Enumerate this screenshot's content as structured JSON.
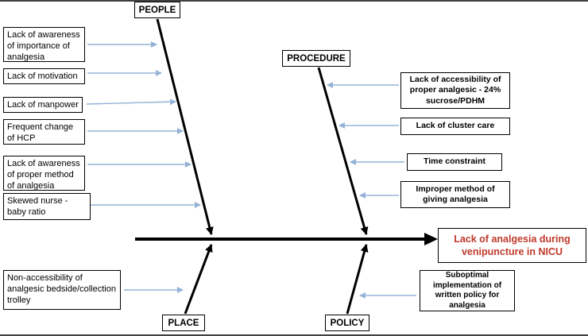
{
  "diagram": {
    "type": "fishbone",
    "effect": "Lack of analgesia during venipuncture in NICU",
    "branches": [
      {
        "label": "PEOPLE",
        "position": "top-left",
        "causes": [
          "Lack of awareness of importance of analgesia",
          "Lack of motivation",
          "Lack of manpower",
          "Frequent change of HCP",
          "Lack of awareness of proper method of analgesia",
          "Skewed nurse -baby ratio"
        ]
      },
      {
        "label": "PROCEDURE",
        "position": "top-right",
        "causes": [
          "Lack of accessibility of proper analgesic - 24% sucrose/PDHM",
          "Lack of cluster care",
          "Time constraint",
          "Improper method of giving analgesia"
        ]
      },
      {
        "label": "PLACE",
        "position": "bottom-left",
        "causes": [
          "Non-accessibility of analgesic bedside/collection trolley"
        ]
      },
      {
        "label": "POLICY",
        "position": "bottom-right",
        "causes": [
          "Suboptimal implementation of written policy for analgesia"
        ]
      }
    ],
    "colors": {
      "effect_text": "#c0392b",
      "cause_arrow": "#95b3d7",
      "spine": "#000000",
      "box_border": "#000000"
    }
  }
}
